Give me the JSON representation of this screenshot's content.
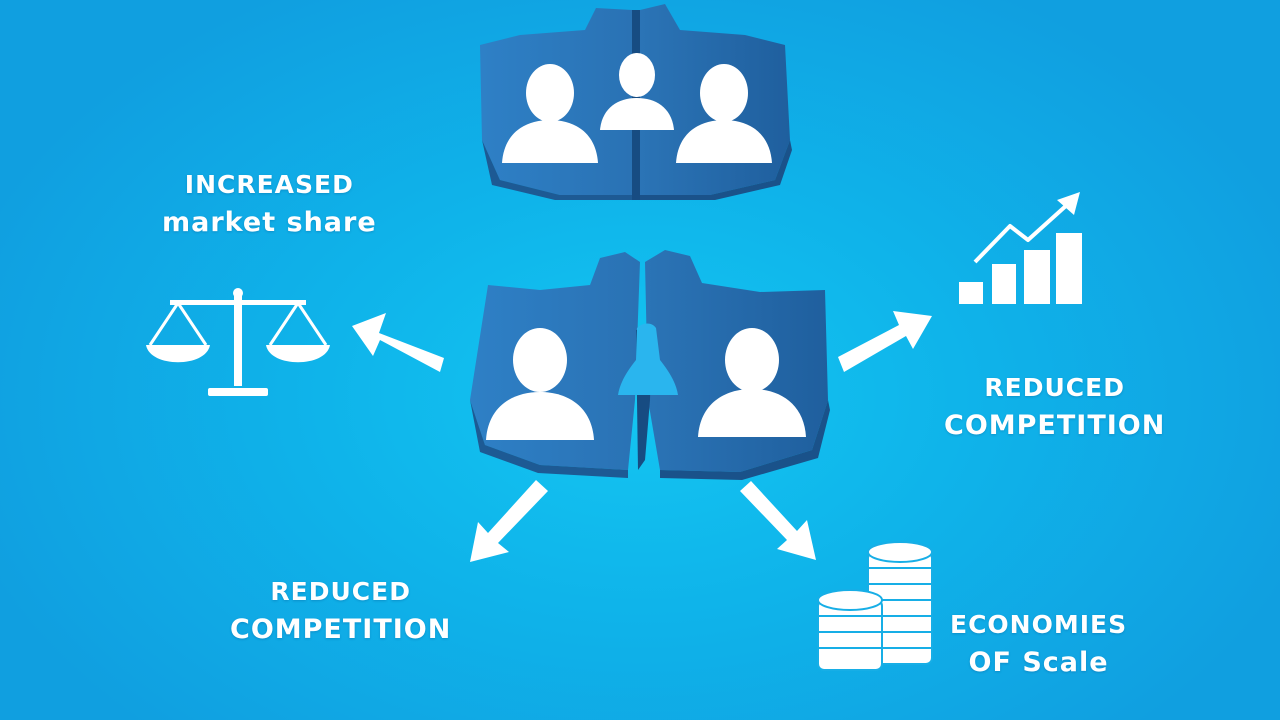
{
  "labels": {
    "top_left": {
      "line1": "INCREASED",
      "line2": "market share"
    },
    "right": {
      "line1": "REDUCED",
      "line2": "COMPETITION"
    },
    "bottom_left": {
      "line1": "REDUCED",
      "line2": "COMPETITION"
    },
    "bottom_right": {
      "line1": "ECONOMIES",
      "line2": "OF Scale"
    }
  },
  "icons": [
    "scales-icon",
    "growth-chart-icon",
    "coin-stacks-icon",
    "person-icon"
  ],
  "colors": {
    "background": "#12b3ea",
    "shield_light": "#2e7ec2",
    "shield_dark": "#1f5f9c",
    "icon_white": "#ffffff"
  }
}
